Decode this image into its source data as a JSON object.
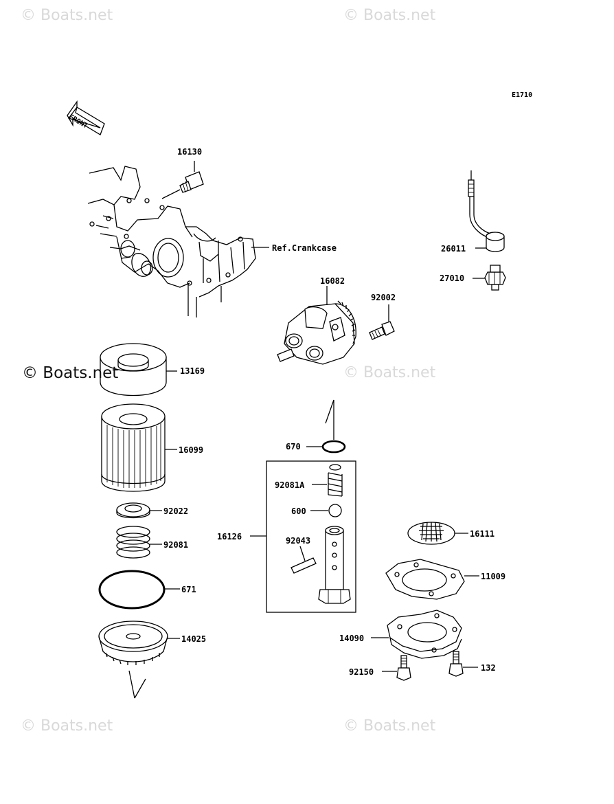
{
  "diagram_code": "E1710",
  "front_label": "FRONT",
  "ref_label": "Ref.Crankcase",
  "watermarks": [
    "© Boats.net",
    "© Boats.net",
    "© Boats.net",
    "© Boats.net",
    "© Boats.net"
  ],
  "watermark_center": "© Boats.net",
  "part_numbers": {
    "p16130": "16130",
    "p26011": "26011",
    "p27010": "27010",
    "p16082": "16082",
    "p92002": "92002",
    "p13169": "13169",
    "p16099": "16099",
    "p670": "670",
    "p92081A": "92081A",
    "p600": "600",
    "p16126": "16126",
    "p92043": "92043",
    "p92022": "92022",
    "p92081": "92081",
    "p671": "671",
    "p14025": "14025",
    "p16111": "16111",
    "p11009": "11009",
    "p14090": "14090",
    "p92150": "92150",
    "p132": "132"
  }
}
